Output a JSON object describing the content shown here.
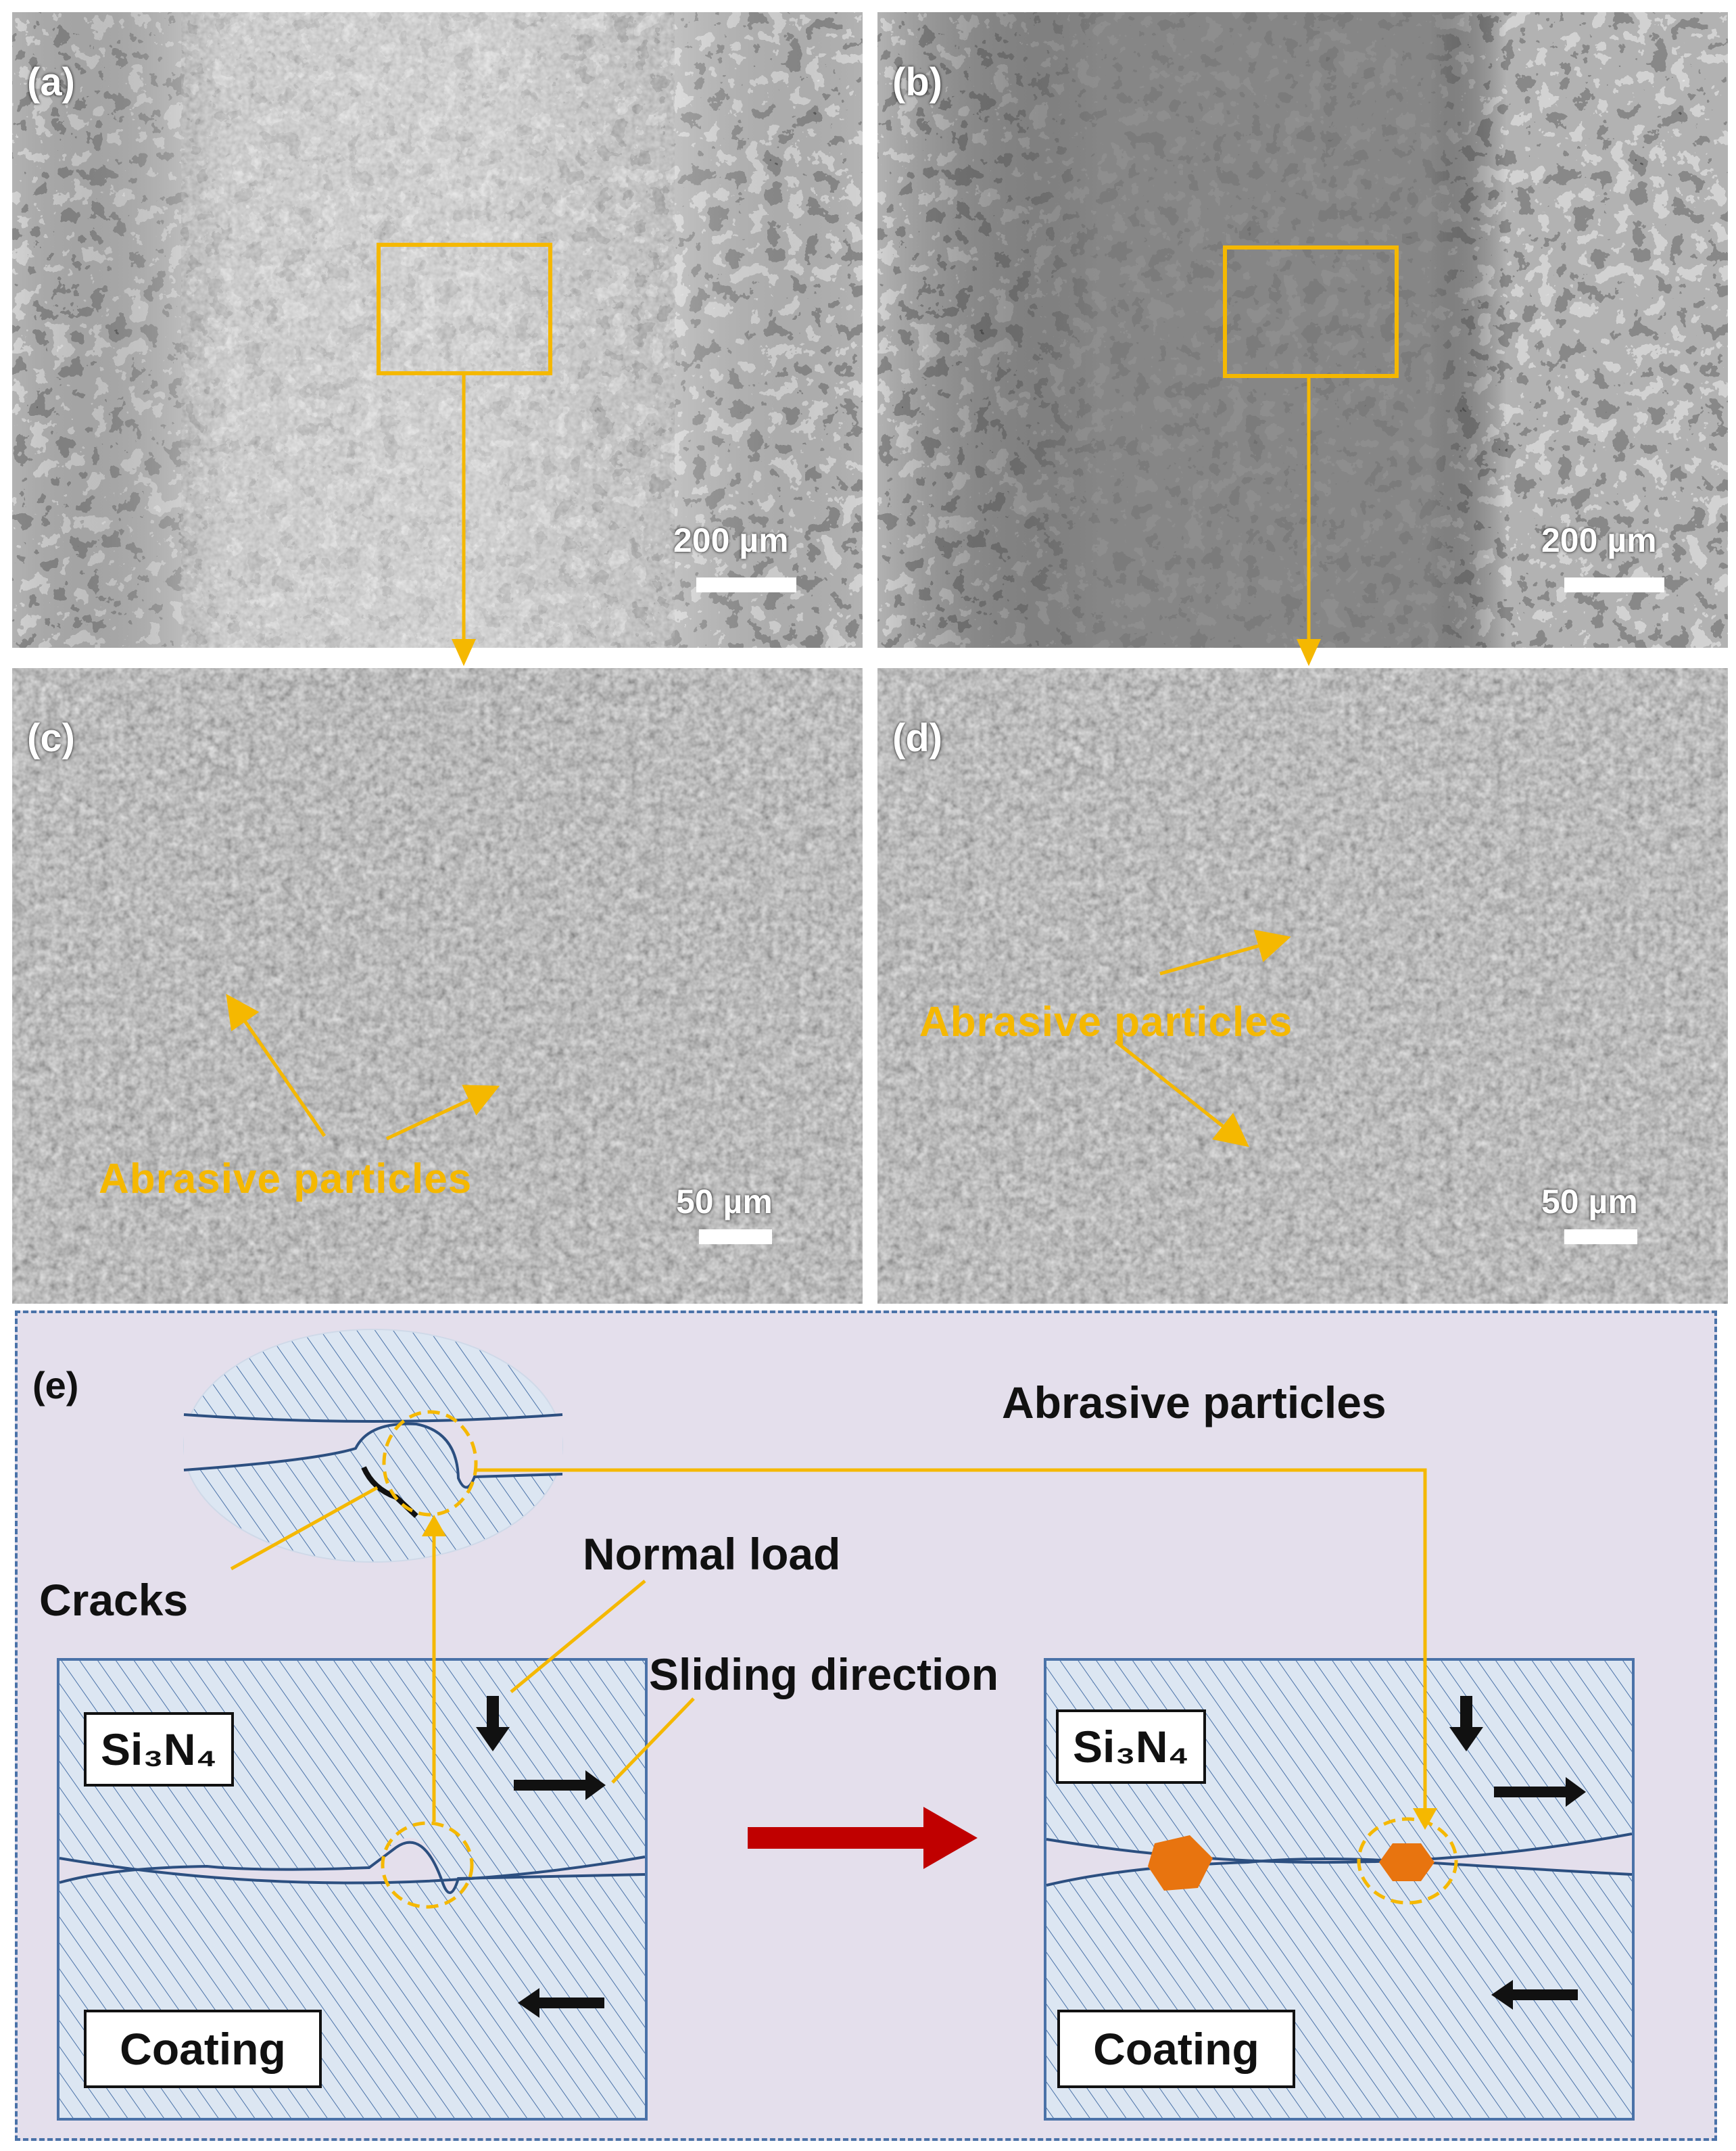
{
  "panels": {
    "a": {
      "label": "(a)",
      "scale": "200 µm"
    },
    "b": {
      "label": "(b)",
      "scale": "200 µm"
    },
    "c": {
      "label": "(c)",
      "scale": "50 µm",
      "annotation": "Abrasive  particles"
    },
    "d": {
      "label": "(d)",
      "scale": "50 µm",
      "annotation": "Abrasive  particles"
    }
  },
  "schematic": {
    "label": "(e)",
    "abrasive_particles": "Abrasive particles",
    "cracks": "Cracks",
    "normal_load": "Normal load",
    "sliding_direction": "Sliding direction",
    "left": {
      "top_material": "Si₃N₄",
      "bottom_material": "Coating"
    },
    "right": {
      "top_material": "Si₃N₄",
      "bottom_material": "Coating"
    }
  },
  "colors": {
    "annotation": "#f5b800",
    "particle": "#e8740f",
    "transition_arrow": "#c00000",
    "schematic_bg": "#e4dfec",
    "hatch": "#4a72a8"
  }
}
